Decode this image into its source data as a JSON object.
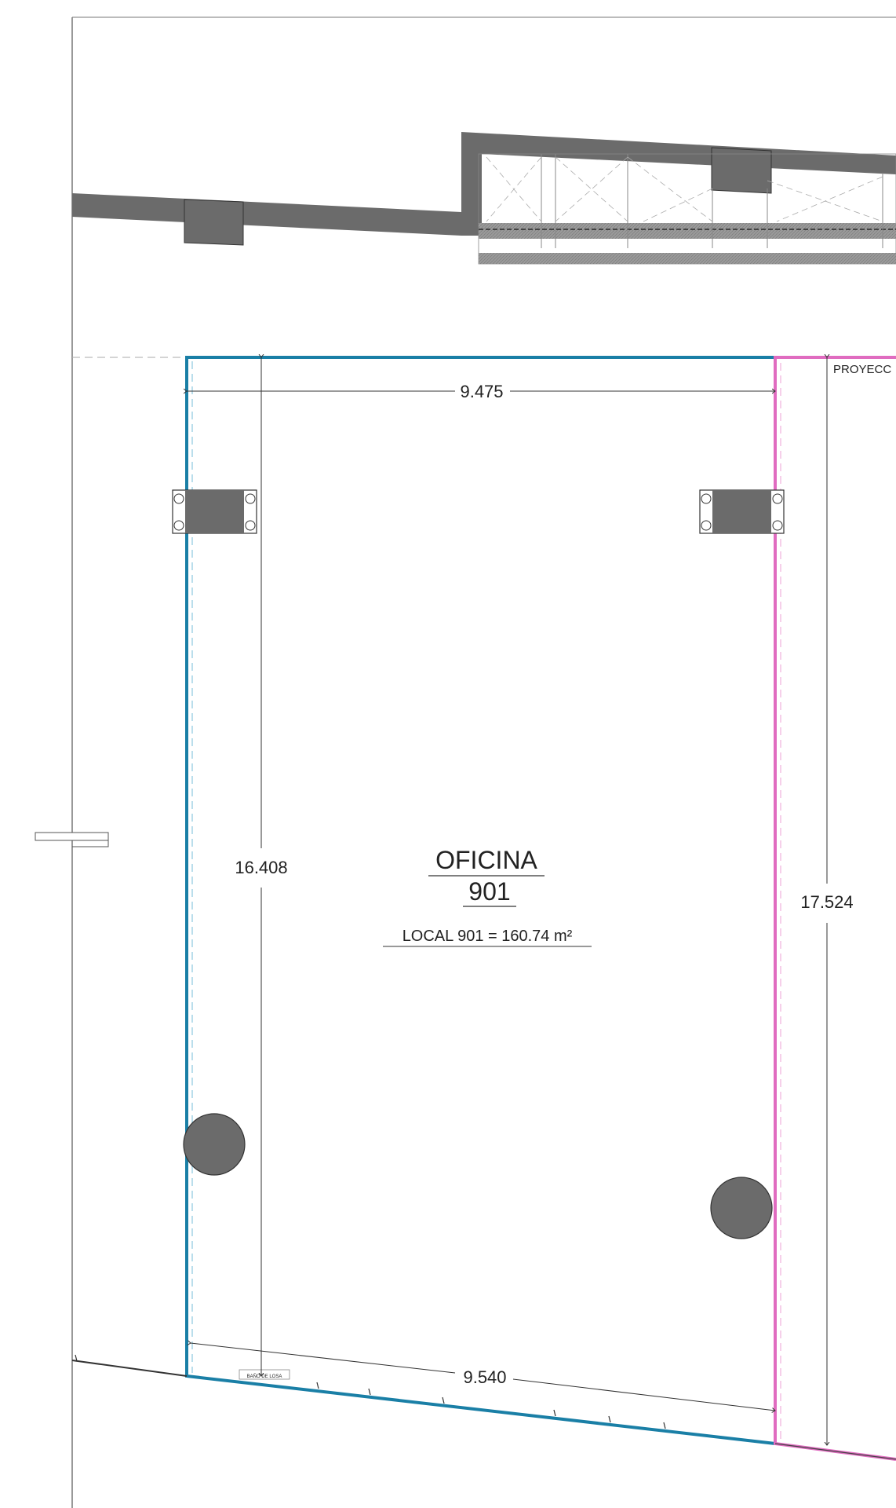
{
  "room": {
    "name": "OFICINA",
    "number": "901",
    "area_label": "LOCAL 901 = 160.74 m²"
  },
  "dimensions": {
    "top_width": "9.475",
    "bottom_width": "9.540",
    "left_height": "16.408",
    "right_height": "17.524"
  },
  "annotations": {
    "adjacent_label": "PROYECC",
    "small_note": "BAÑO DE LOSA"
  },
  "colors": {
    "wall_fill": "#6b6b6b",
    "boundary_blue": "#1a7fa6",
    "boundary_pink": "#e06cc0",
    "dim_line": "#333333"
  }
}
